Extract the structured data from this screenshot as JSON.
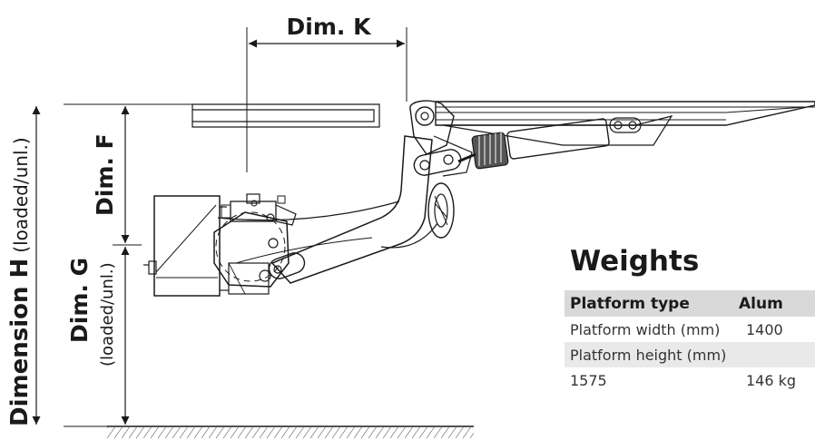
{
  "diagram": {
    "dim_k": "Dim. K",
    "dim_f": "Dim. F",
    "dim_h": "Dimension H",
    "dim_h_sub": "(loaded/unl.)",
    "dim_g": "Dim. G",
    "dim_g_sub": "(loaded/unl.)"
  },
  "weights": {
    "title": "Weights",
    "headers": [
      "Platform type",
      "Alum"
    ],
    "rows": [
      [
        "Platform width (mm)",
        "1400"
      ],
      [
        "Platform height (mm)",
        ""
      ],
      [
        "1575",
        "146 kg"
      ]
    ]
  }
}
